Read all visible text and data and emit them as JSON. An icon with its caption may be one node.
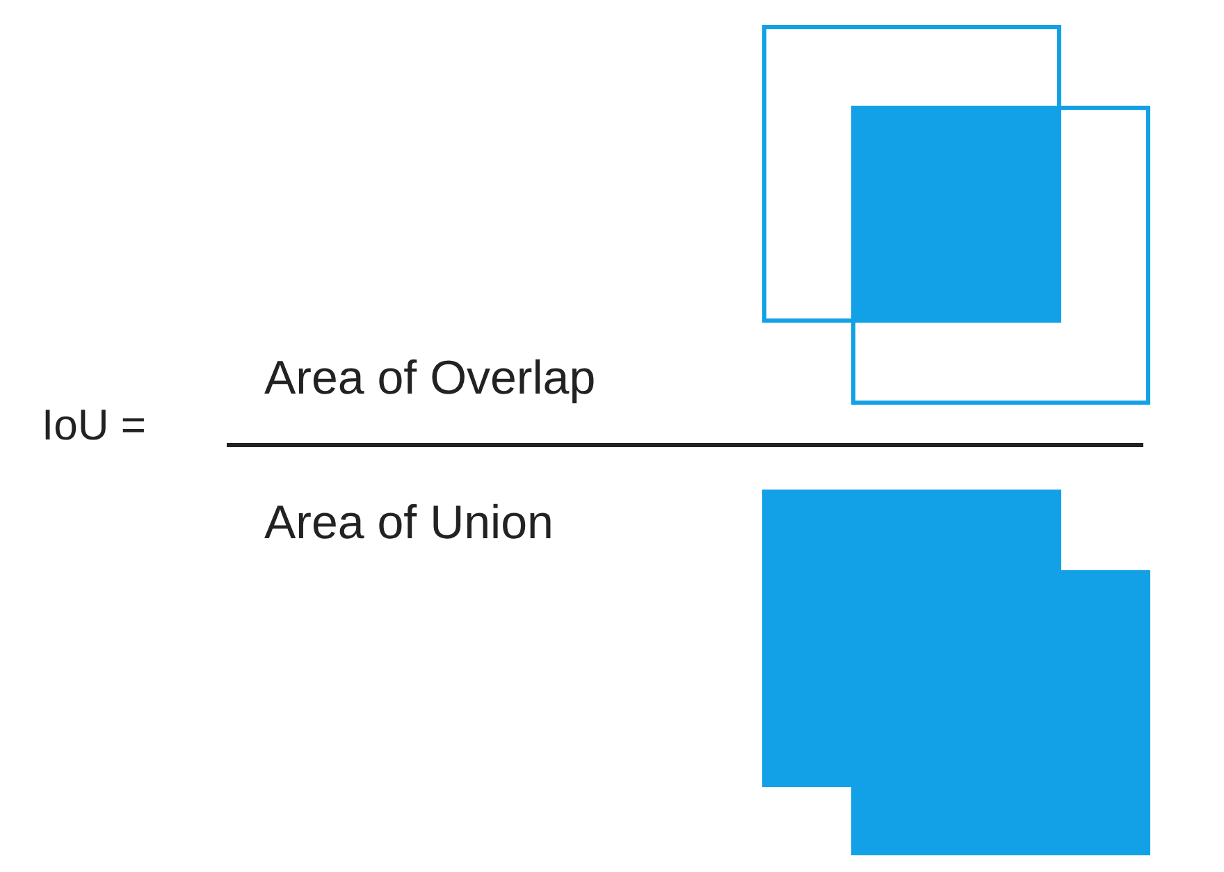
{
  "diagram": {
    "labels": [
      "IoU =",
      "Area of Overlap",
      "Area of Union"
    ]
  }
}
